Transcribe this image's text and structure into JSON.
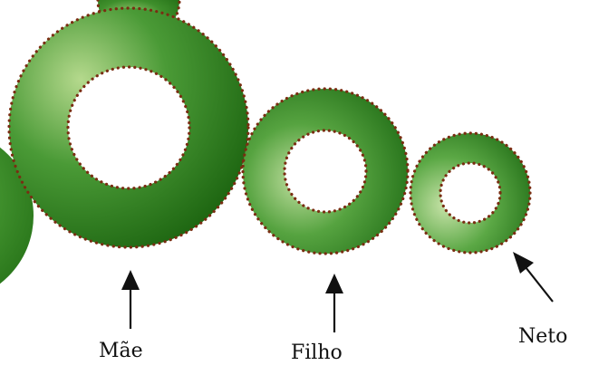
{
  "labels": {
    "mae": "Mãe",
    "filho": "Filho",
    "neto": "Neto"
  },
  "rings": [
    {
      "name": "ring-top-partial",
      "colors": [
        "#a6d17e",
        "#3f8f2c",
        "#1f6a12"
      ]
    },
    {
      "name": "ring-left-partial",
      "colors": [
        "#a6d17e",
        "#3f8f2c",
        "#1f6a12"
      ]
    },
    {
      "name": "ring-mae",
      "colors": [
        "#b5d98d",
        "#4a9a36",
        "#1c6410"
      ]
    },
    {
      "name": "ring-filho",
      "colors": [
        "#c3e0a2",
        "#56a340",
        "#1e6a14"
      ]
    },
    {
      "name": "ring-neto",
      "colors": [
        "#c9e4aa",
        "#5ba845",
        "#226e17"
      ]
    }
  ],
  "style": {
    "dot_color": "#7a2d12",
    "arrow_color": "#111111",
    "background": "#ffffff"
  }
}
